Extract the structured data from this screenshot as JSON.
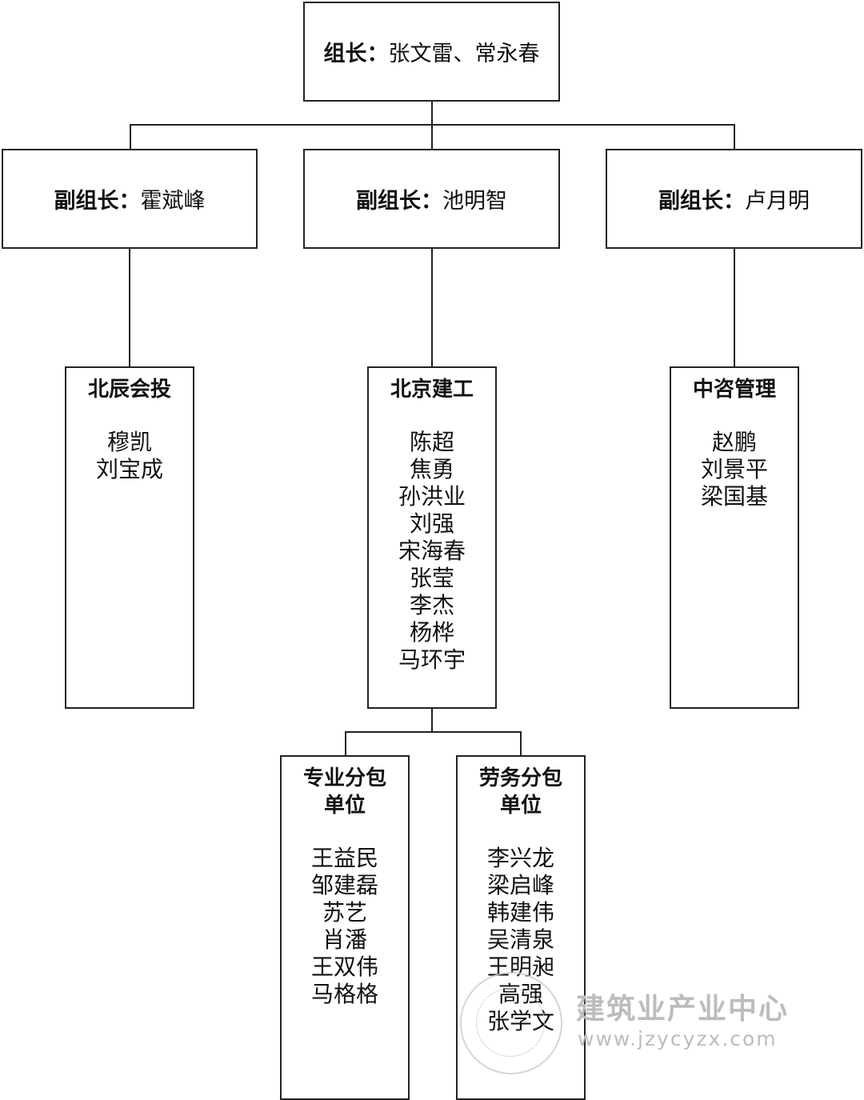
{
  "leader": {
    "role": "组长：",
    "names": "张文雷、常永春"
  },
  "deputies": [
    {
      "role": "副组长：",
      "name": "霍斌峰"
    },
    {
      "role": "副组长：",
      "name": "池明智"
    },
    {
      "role": "副组长：",
      "name": "卢月明"
    }
  ],
  "units": [
    {
      "title": "北辰会投",
      "members": [
        "穆凯",
        "刘宝成"
      ]
    },
    {
      "title": "北京建工",
      "members": [
        "陈超",
        "焦勇",
        "孙洪业",
        "刘强",
        "宋海春",
        "张莹",
        "李杰",
        "杨桦",
        "马环宇"
      ]
    },
    {
      "title": "中咨管理",
      "members": [
        "赵鹏",
        "刘景平",
        "梁国基"
      ]
    }
  ],
  "subcontractors": [
    {
      "title_lines": [
        "专业分包",
        "单位"
      ],
      "members": [
        "王益民",
        "邹建磊",
        "苏艺",
        "肖潘",
        "王双伟",
        "马格格"
      ]
    },
    {
      "title_lines": [
        "劳务分包",
        "单位"
      ],
      "members": [
        "李兴龙",
        "梁启峰",
        "韩建伟",
        "吴清泉",
        "王明昶",
        "高强",
        "张学文"
      ]
    }
  ],
  "watermark": {
    "title": "建筑业产业中心",
    "url": "www.jzycyzx.com"
  }
}
